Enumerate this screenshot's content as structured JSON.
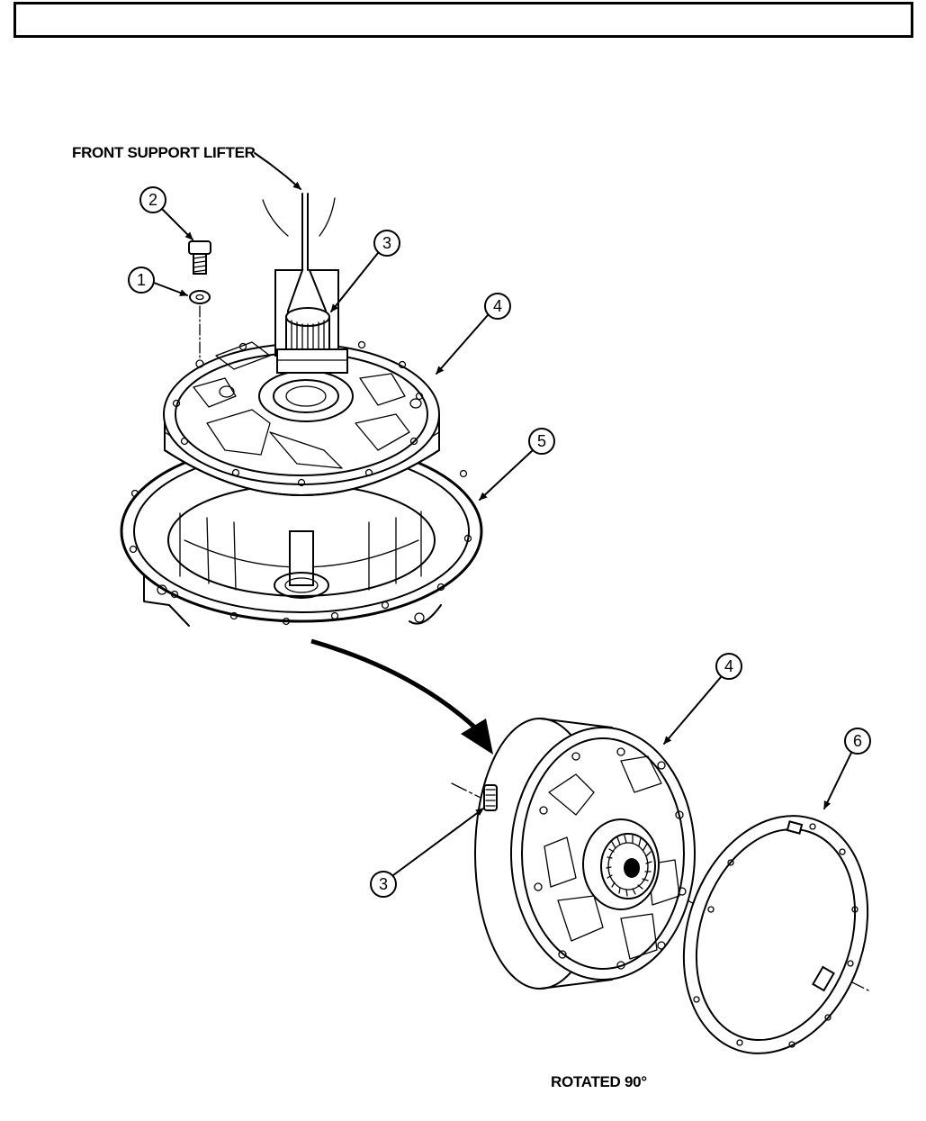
{
  "header": {
    "text": ""
  },
  "labels": {
    "front_support_lifter": "FRONT SUPPORT LIFTER",
    "rotated": "ROTATED 90°"
  },
  "callouts": {
    "c1": "1",
    "c2": "2",
    "c3_top": "3",
    "c4_top": "4",
    "c5": "5",
    "c4_bottom": "4",
    "c3_bottom": "3",
    "c6": "6"
  }
}
